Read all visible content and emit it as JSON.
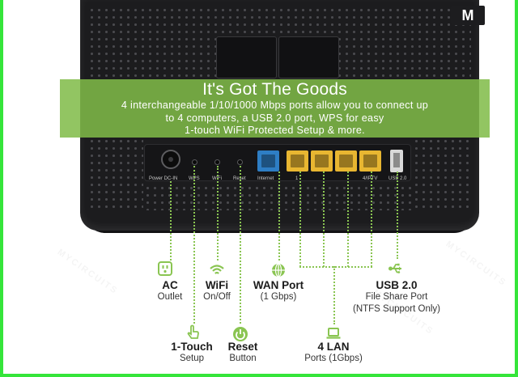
{
  "logo": {
    "text": "M"
  },
  "banner": {
    "title": "It's Got The Goods",
    "lines": [
      "4 interchangeable 1/10/1000 Mbps ports allow you to connect up",
      "to 4 computers, a USB 2.0 port, WPS for easy",
      "1-touch WiFi Protected Setup & more."
    ]
  },
  "ports": {
    "power": "Power DC-IN",
    "wps": "WPS",
    "wifi": "WiFi",
    "reset": "Reset",
    "internet": "Internet",
    "lan1": "1",
    "lan4": "4/IPTV",
    "usb": "USB 2.0"
  },
  "features": {
    "ac": {
      "title": "AC",
      "sub": "Outlet",
      "icon": "power-outlet-icon"
    },
    "wifi": {
      "title": "WiFi",
      "sub": "On/Off",
      "icon": "wifi-icon"
    },
    "wan": {
      "title": "WAN Port",
      "sub": "(1 Gbps)",
      "icon": "network-globe-icon"
    },
    "usb": {
      "title": "USB 2.0",
      "sub1": "File Share Port",
      "sub2": "(NTFS Support Only)",
      "icon": "usb-icon"
    },
    "wps": {
      "title": "1-Touch",
      "sub": "Setup",
      "icon": "finger-touch-icon"
    },
    "reset": {
      "title": "Reset",
      "sub": "Button",
      "icon": "power-button-icon"
    },
    "lan": {
      "title": "4 LAN",
      "sub": "Ports (1Gbps)",
      "icon": "laptop-icon"
    }
  },
  "colors": {
    "accent_green": "#8ac552",
    "frame_green": "#35e53a",
    "wan_blue": "#2e7ec4",
    "lan_yellow": "#e8b631"
  }
}
